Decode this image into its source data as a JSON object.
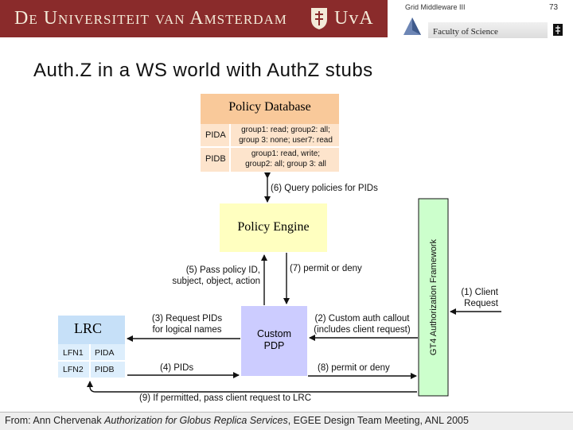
{
  "header": {
    "university_title": "De Universiteit van Amsterdam",
    "uva_abbrev": "UvA",
    "course": "Grid Middleware III",
    "slide_number": "73",
    "faculty": "Faculty of Science"
  },
  "slide_title": "Auth.Z in a WS world with AuthZ stubs",
  "diagram": {
    "policy_database": {
      "title": "Policy Database",
      "rows": [
        {
          "id": "PIDA",
          "policy_line1": "group1: read; group2: all;",
          "policy_line2": "group 3: none; user7: read"
        },
        {
          "id": "PIDB",
          "policy_line1": "group1: read, write;",
          "policy_line2": "group2: all; group 3: all"
        }
      ]
    },
    "policy_engine": "Policy Engine",
    "framework": "GT4 Authorization Framework",
    "custom_pdp_line1": "Custom",
    "custom_pdp_line2": "PDP",
    "lrc": {
      "title": "LRC",
      "rows": [
        {
          "lfn": "LFN1",
          "pid": "PIDA"
        },
        {
          "lfn": "LFN2",
          "pid": "PIDB"
        }
      ]
    },
    "arrows": {
      "query_policies": "(6) Query policies for PIDs",
      "pass_policy_1": "(5) Pass policy ID,",
      "pass_policy_2": "subject, object, action",
      "permit_deny_engine": "(7) permit or deny",
      "client_request_1": "(1) Client",
      "client_request_2": "Request",
      "request_pids_1": "(3) Request PIDs",
      "request_pids_2": "for logical names",
      "custom_callout_1": "(2) Custom auth callout",
      "custom_callout_2": "(includes client request)",
      "pids": "(4) PIDs",
      "permit_deny_framework": "(8) permit or deny",
      "pass_to_lrc": "(9) If permitted, pass client request to LRC"
    },
    "colors": {
      "policy_db_header": "#f9c99a",
      "policy_db_body": "#fde4cc",
      "policy_engine": "#ffffc0",
      "framework": "#ccffcc",
      "custom_pdp": "#ccccff",
      "lrc_header": "#c6e0f8",
      "lrc_body": "#ddeefc"
    }
  },
  "citation": {
    "prefix": "From: Ann Chervenak ",
    "title": "Authorization for Globus Replica Services",
    "suffix": ", EGEE Design Team Meeting, ANL 2005"
  }
}
